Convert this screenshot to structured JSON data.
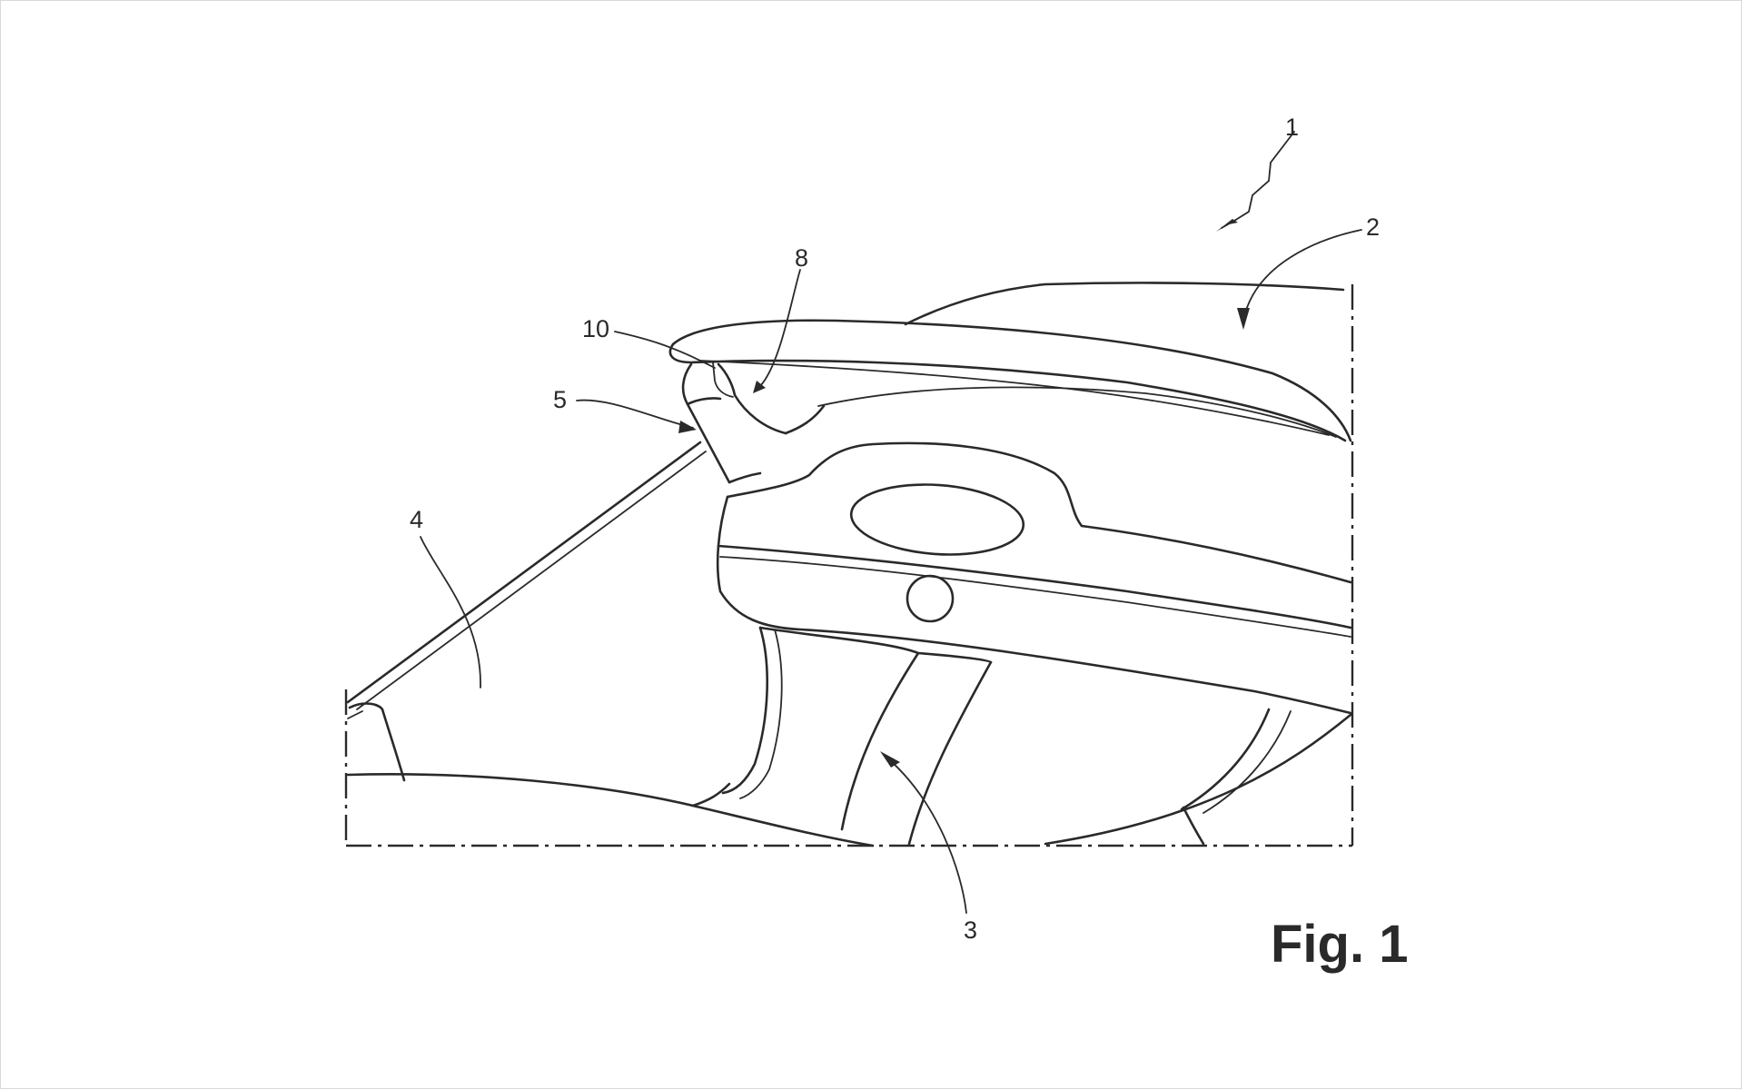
{
  "figure": {
    "caption": "Fig. 1",
    "reference_numerals": {
      "vehicle": "1",
      "spoiler": "2",
      "body": "3",
      "window": "4",
      "support": "5",
      "pivot": "8",
      "joint": "10"
    }
  }
}
